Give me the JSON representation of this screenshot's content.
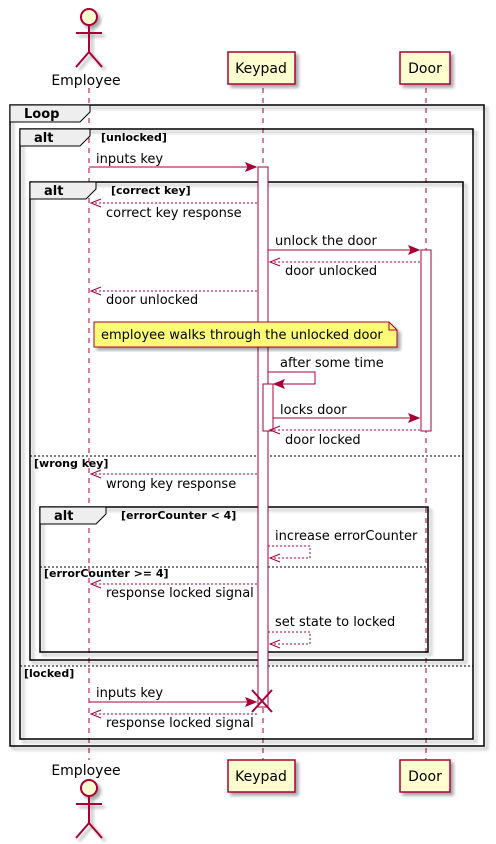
{
  "participants": {
    "employee": "Employee",
    "keypad": "Keypad",
    "door": "Door"
  },
  "frames": {
    "loop_label": "Loop",
    "alt_label": "alt",
    "outer_alt_guard": "[unlocked]",
    "outer_else_guard": "[locked]",
    "key_alt_guard": "[correct key]",
    "key_else_guard": "[wrong key]",
    "counter_alt_guard": "[errorCounter < 4]",
    "counter_else_guard": "[errorCounter >= 4]"
  },
  "messages": {
    "m1": "inputs key",
    "m2": "correct key response",
    "m3": "unlock the door",
    "m4": "door unlocked",
    "m5": "door unlocked",
    "m6": "after some time",
    "m7": "locks door",
    "m8": "door locked",
    "m9": "wrong key response",
    "m10": "increase errorCounter",
    "m11": "response locked signal",
    "m12": "set state to locked",
    "m13": "inputs key",
    "m14": "response locked signal"
  },
  "note": "employee walks through the unlocked door",
  "colors": {
    "participant_fill": "#FEFECE",
    "line_color": "#A80036",
    "note_fill": "#FBFB77"
  }
}
